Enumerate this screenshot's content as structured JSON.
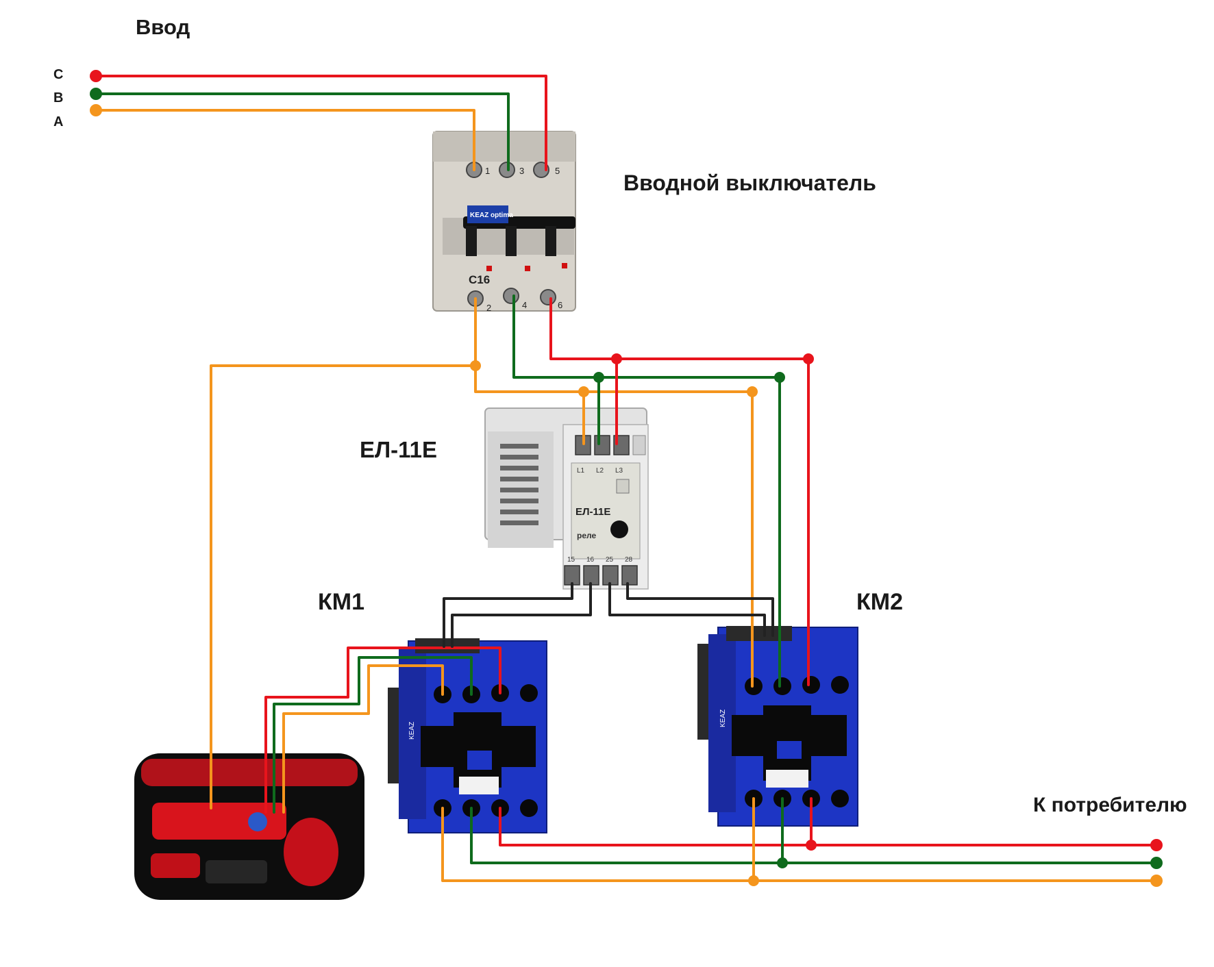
{
  "labels": {
    "input": "Ввод",
    "phase_c": "C",
    "phase_b": "B",
    "phase_a": "A",
    "main_breaker": "Вводной выключатель",
    "relay": "ЕЛ-11Е",
    "km1": "КМ1",
    "km2": "КМ2",
    "to_consumer": "К потребителю"
  },
  "device_text": {
    "breaker_brand": "KEAZ optima",
    "breaker_rating": "C16",
    "breaker_terminals_top": [
      "1",
      "3",
      "5"
    ],
    "breaker_terminals_bottom": [
      "2",
      "4",
      "6"
    ],
    "relay_model": "ЕЛ-11Е",
    "relay_brand": "реле",
    "relay_inputs": [
      "L1",
      "L2",
      "L3"
    ],
    "relay_outputs": [
      "15",
      "16",
      "25",
      "28"
    ],
    "contactor_brand": "KEAZ"
  },
  "colors": {
    "phase_c": "#e8141c",
    "phase_b": "#0f6b1d",
    "phase_a": "#f4951d",
    "control": "#222222",
    "contactor_body": "#1d35c4",
    "breaker_body": "#d8d4cc",
    "relay_body": "#e3e3e3",
    "generator_body": "#d8141c"
  }
}
